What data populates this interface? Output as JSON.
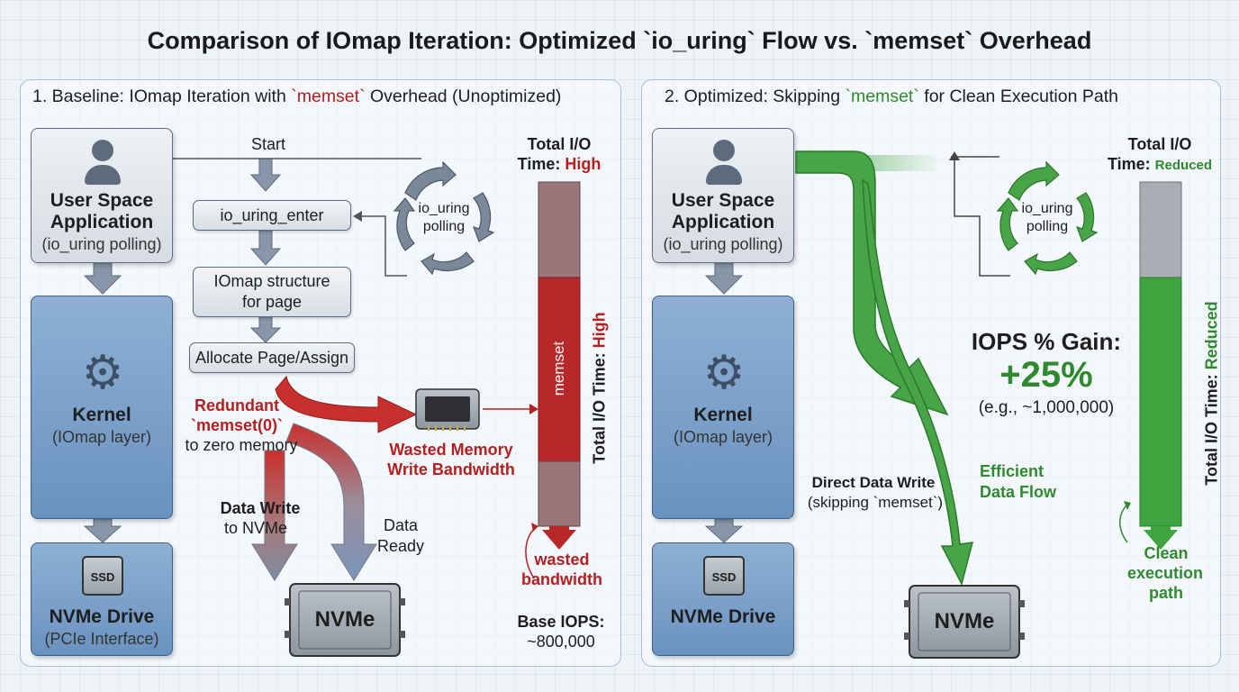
{
  "title": "Comparison of IOmap Iteration: Optimized `io_uring` Flow vs. `memset` Overhead",
  "left": {
    "title_pre": "1. Baseline: IOmap Iteration with ",
    "title_code": "`memset`",
    "title_post": " Overhead (Unoptimized)",
    "user_title": "User Space Application",
    "user_sub": "(io_uring polling)",
    "kernel_title": "Kernel",
    "kernel_sub": "(IOmap layer)",
    "ssd_label": "SSD",
    "drive_title": "NVMe Drive",
    "drive_sub": "(PCIe Interface)",
    "start": "Start",
    "step1": "io_uring_enter",
    "step2": "IOmap structure for page",
    "step3": "Allocate Page/Assign",
    "polling": "io_uring polling",
    "redundant1": "Redundant",
    "redundant2": "`memset(0)`",
    "redundant3": "to zero memory",
    "wasted": "Wasted Memory Write Bandwidth",
    "data_write": "Data Write",
    "to_nvme": "to NVMe",
    "data_ready": "Data Ready",
    "nvme": "NVMe",
    "total_io": "Total I/O",
    "time_label": "Time: ",
    "time_value": "High",
    "bar_segment": "memset",
    "vertical_label": "Total I/O Time: ",
    "vertical_value": "High",
    "wasted_bw": "wasted bandwidth",
    "base_iops_label": "Base IOPS:",
    "base_iops_value": "~800,000"
  },
  "right": {
    "title_pre": "2. Optimized: Skipping ",
    "title_code": "`memset`",
    "title_post": " for Clean Execution Path",
    "user_title": "User Space Application",
    "user_sub": "(io_uring polling)",
    "kernel_title": "Kernel",
    "kernel_sub": "(IOmap layer)",
    "ssd_label": "SSD",
    "drive_title": "NVMe Drive",
    "polling": "io_uring polling",
    "gain_label": "IOPS % Gain:",
    "gain_value": "+25%",
    "gain_example": "(e.g., ~1,000,000)",
    "direct_write": "Direct Data Write",
    "skipping": "(skipping `memset`)",
    "efficient": "Efficient Data Flow",
    "nvme": "NVMe",
    "total_io": "Total I/O",
    "time_label": "Time: ",
    "time_value": "Reduced",
    "vertical_label": "Total I/O Time: ",
    "vertical_value": "Reduced",
    "clean1": "Clean",
    "clean2": "execution",
    "clean3": "path"
  },
  "colors": {
    "red": "#b3201f",
    "green": "#2f8a2f",
    "kernel_blue": "#6f95c2",
    "arrow_grey": "#8796a8"
  },
  "icons": [
    "user-icon",
    "gear-icon",
    "ssd-icon",
    "polling-cycle-icon"
  ]
}
